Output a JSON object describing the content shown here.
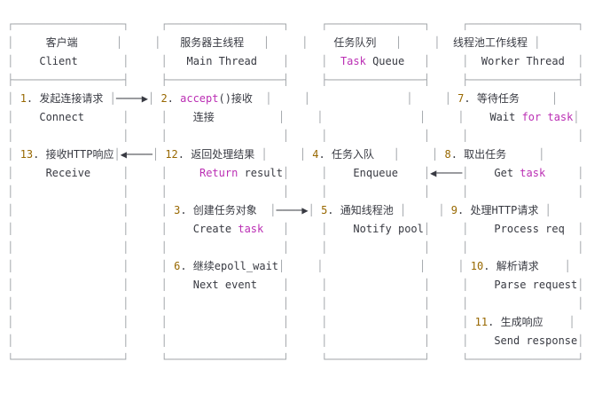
{
  "page": {
    "background": "#ffffff"
  },
  "palette": {
    "text": "#383a42",
    "border": "#a0a4a8",
    "number": "#986801",
    "keyword": "#bb2fb4",
    "arrow": "#383a42"
  },
  "columns": [
    {
      "title_zh": "客户端",
      "title_en": "Client"
    },
    {
      "title_zh": "服务器主线程",
      "title_en": "Main Thread"
    },
    {
      "title_zh": "任务队列",
      "title_en": "Task Queue"
    },
    {
      "title_zh": "线程池工作线程",
      "title_en": "Worker Thread"
    }
  ],
  "steps": [
    {
      "num": "1",
      "zh": "发起连接请求",
      "en": "Connect",
      "column": "Client"
    },
    {
      "num": "2",
      "zh": "accept()接收连接",
      "en": "",
      "column": "Main Thread"
    },
    {
      "num": "3",
      "zh": "创建任务对象",
      "en": "Create task",
      "column": "Main Thread"
    },
    {
      "num": "4",
      "zh": "任务入队",
      "en": "Enqueue",
      "column": "Task Queue"
    },
    {
      "num": "5",
      "zh": "通知线程池",
      "en": "Notify pool",
      "column": "Task Queue"
    },
    {
      "num": "6",
      "zh": "继续epoll_wait",
      "en": "Next event",
      "column": "Main Thread"
    },
    {
      "num": "7",
      "zh": "等待任务",
      "en": "Wait for task",
      "column": "Worker Thread"
    },
    {
      "num": "8",
      "zh": "取出任务",
      "en": "Get task",
      "column": "Worker Thread"
    },
    {
      "num": "9",
      "zh": "处理HTTP请求",
      "en": "Process req",
      "column": "Worker Thread"
    },
    {
      "num": "10",
      "zh": "解析请求",
      "en": "Parse request",
      "column": "Worker Thread"
    },
    {
      "num": "11",
      "zh": "生成响应",
      "en": "Send response",
      "column": "Worker Thread"
    },
    {
      "num": "12",
      "zh": "返回处理结果",
      "en": "Return result",
      "column": "Main Thread"
    },
    {
      "num": "13",
      "zh": "接收HTTP响应",
      "en": "Receive",
      "column": "Client"
    }
  ],
  "diagram": {
    "lines": [
      [
        {
          "c": "b",
          "t": " ┌─────────────────┐     ┌──────────────────┐     ┌───────────────┐     ┌─────────────────┐"
        }
      ],
      [
        {
          "c": "b",
          "t": " │"
        },
        {
          "c": "d",
          "t": "     客户端      "
        },
        {
          "c": "b",
          "t": "│     │"
        },
        {
          "c": "d",
          "t": "   服务器主线程   "
        },
        {
          "c": "b",
          "t": "│     │"
        },
        {
          "c": "d",
          "t": "    任务队列   "
        },
        {
          "c": "b",
          "t": "│     │"
        },
        {
          "c": "d",
          "t": "  线程池工作线程 "
        },
        {
          "c": "b",
          "t": "│"
        }
      ],
      [
        {
          "c": "b",
          "t": " │"
        },
        {
          "c": "d",
          "t": "    Client       "
        },
        {
          "c": "b",
          "t": "│     │"
        },
        {
          "c": "d",
          "t": "   Main Thread    "
        },
        {
          "c": "b",
          "t": "│     │"
        },
        {
          "c": "d",
          "t": "  "
        },
        {
          "c": "k",
          "t": "Task"
        },
        {
          "c": "d",
          "t": " Queue   "
        },
        {
          "c": "b",
          "t": "│     │"
        },
        {
          "c": "d",
          "t": "  Worker Thread  "
        },
        {
          "c": "b",
          "t": "│"
        }
      ],
      [
        {
          "c": "b",
          "t": " ├─────────────────┤     ├──────────────────┤     ├───────────────┤     ├─────────────────┤"
        }
      ],
      [
        {
          "c": "b",
          "t": " │"
        },
        {
          "c": "d",
          "t": " "
        },
        {
          "c": "n",
          "t": "1"
        },
        {
          "c": "d",
          "t": ". 发起连接请求 "
        },
        {
          "c": "b",
          "t": "│"
        },
        {
          "c": "a",
          "t": "────▶"
        },
        {
          "c": "b",
          "t": "│"
        },
        {
          "c": "d",
          "t": " "
        },
        {
          "c": "n",
          "t": "2"
        },
        {
          "c": "d",
          "t": ". "
        },
        {
          "c": "k",
          "t": "accept"
        },
        {
          "c": "d",
          "t": "()接收  "
        },
        {
          "c": "b",
          "t": "│     │"
        },
        {
          "c": "d",
          "t": "               "
        },
        {
          "c": "b",
          "t": "│     │"
        },
        {
          "c": "d",
          "t": " "
        },
        {
          "c": "n",
          "t": "7"
        },
        {
          "c": "d",
          "t": ". 等待任务     "
        },
        {
          "c": "b",
          "t": "│"
        }
      ],
      [
        {
          "c": "b",
          "t": " │"
        },
        {
          "c": "d",
          "t": "    Connect      "
        },
        {
          "c": "b",
          "t": "│     │"
        },
        {
          "c": "d",
          "t": "    连接          "
        },
        {
          "c": "b",
          "t": "│     │"
        },
        {
          "c": "d",
          "t": "               "
        },
        {
          "c": "b",
          "t": "│     │"
        },
        {
          "c": "d",
          "t": "    Wait "
        },
        {
          "c": "k",
          "t": "for task"
        },
        {
          "c": "b",
          "t": "│"
        }
      ],
      [
        {
          "c": "b",
          "t": " │                 │     │                  │     │               │     │                 │"
        }
      ],
      [
        {
          "c": "b",
          "t": " │"
        },
        {
          "c": "d",
          "t": " "
        },
        {
          "c": "n",
          "t": "13"
        },
        {
          "c": "d",
          "t": ". 接收HTTP响应"
        },
        {
          "c": "b",
          "t": "│"
        },
        {
          "c": "a",
          "t": "◀────"
        },
        {
          "c": "b",
          "t": "│"
        },
        {
          "c": "d",
          "t": " "
        },
        {
          "c": "n",
          "t": "12"
        },
        {
          "c": "d",
          "t": ". 返回处理结果 "
        },
        {
          "c": "b",
          "t": "│     │"
        },
        {
          "c": "d",
          "t": " "
        },
        {
          "c": "n",
          "t": "4"
        },
        {
          "c": "d",
          "t": ". 任务入队   "
        },
        {
          "c": "b",
          "t": "│     │"
        },
        {
          "c": "d",
          "t": " "
        },
        {
          "c": "n",
          "t": "8"
        },
        {
          "c": "d",
          "t": ". 取出任务     "
        },
        {
          "c": "b",
          "t": "│"
        }
      ],
      [
        {
          "c": "b",
          "t": " │"
        },
        {
          "c": "d",
          "t": "     Receive     "
        },
        {
          "c": "b",
          "t": "│     │"
        },
        {
          "c": "d",
          "t": "     "
        },
        {
          "c": "k",
          "t": "Return"
        },
        {
          "c": "d",
          "t": " result"
        },
        {
          "c": "b",
          "t": "│     │"
        },
        {
          "c": "d",
          "t": "    Enqueue    "
        },
        {
          "c": "b",
          "t": "│"
        },
        {
          "c": "a",
          "t": "◀────"
        },
        {
          "c": "b",
          "t": "│"
        },
        {
          "c": "d",
          "t": "    Get "
        },
        {
          "c": "k",
          "t": "task"
        },
        {
          "c": "d",
          "t": "     "
        },
        {
          "c": "b",
          "t": "│"
        }
      ],
      [
        {
          "c": "b",
          "t": " │                 │     │                  │     │               │     │                 │"
        }
      ],
      [
        {
          "c": "b",
          "t": " │"
        },
        {
          "c": "d",
          "t": "                 "
        },
        {
          "c": "b",
          "t": "│     │"
        },
        {
          "c": "d",
          "t": " "
        },
        {
          "c": "n",
          "t": "3"
        },
        {
          "c": "d",
          "t": ". 创建任务对象  "
        },
        {
          "c": "b",
          "t": "│"
        },
        {
          "c": "a",
          "t": "────▶"
        },
        {
          "c": "b",
          "t": "│"
        },
        {
          "c": "d",
          "t": " "
        },
        {
          "c": "n",
          "t": "5"
        },
        {
          "c": "d",
          "t": ". 通知线程池 "
        },
        {
          "c": "b",
          "t": "│     │"
        },
        {
          "c": "d",
          "t": " "
        },
        {
          "c": "n",
          "t": "9"
        },
        {
          "c": "d",
          "t": ". 处理HTTP请求 "
        },
        {
          "c": "b",
          "t": "│"
        }
      ],
      [
        {
          "c": "b",
          "t": " │"
        },
        {
          "c": "d",
          "t": "                 "
        },
        {
          "c": "b",
          "t": "│     │"
        },
        {
          "c": "d",
          "t": "    Create "
        },
        {
          "c": "k",
          "t": "task"
        },
        {
          "c": "d",
          "t": "   "
        },
        {
          "c": "b",
          "t": "│     │"
        },
        {
          "c": "d",
          "t": "    Notify pool"
        },
        {
          "c": "b",
          "t": "│     │"
        },
        {
          "c": "d",
          "t": "    Process req  "
        },
        {
          "c": "b",
          "t": "│"
        }
      ],
      [
        {
          "c": "b",
          "t": " │                 │     │                  │     │               │     │                 │"
        }
      ],
      [
        {
          "c": "b",
          "t": " │"
        },
        {
          "c": "d",
          "t": "                 "
        },
        {
          "c": "b",
          "t": "│     │"
        },
        {
          "c": "d",
          "t": " "
        },
        {
          "c": "n",
          "t": "6"
        },
        {
          "c": "d",
          "t": ". 继续epoll_wait"
        },
        {
          "c": "b",
          "t": "│     │"
        },
        {
          "c": "d",
          "t": "               "
        },
        {
          "c": "b",
          "t": "│     │"
        },
        {
          "c": "d",
          "t": " "
        },
        {
          "c": "n",
          "t": "10"
        },
        {
          "c": "d",
          "t": ". 解析请求    "
        },
        {
          "c": "b",
          "t": "│"
        }
      ],
      [
        {
          "c": "b",
          "t": " │"
        },
        {
          "c": "d",
          "t": "                 "
        },
        {
          "c": "b",
          "t": "│     │"
        },
        {
          "c": "d",
          "t": "    Next event    "
        },
        {
          "c": "b",
          "t": "│     │"
        },
        {
          "c": "d",
          "t": "               "
        },
        {
          "c": "b",
          "t": "│     │"
        },
        {
          "c": "d",
          "t": "    Parse request"
        },
        {
          "c": "b",
          "t": "│"
        }
      ],
      [
        {
          "c": "b",
          "t": " │                 │     │                  │     │               │     │                 │"
        }
      ],
      [
        {
          "c": "b",
          "t": " │"
        },
        {
          "c": "d",
          "t": "                 "
        },
        {
          "c": "b",
          "t": "│     │"
        },
        {
          "c": "d",
          "t": "                  "
        },
        {
          "c": "b",
          "t": "│     │"
        },
        {
          "c": "d",
          "t": "               "
        },
        {
          "c": "b",
          "t": "│     │"
        },
        {
          "c": "d",
          "t": " "
        },
        {
          "c": "n",
          "t": "11"
        },
        {
          "c": "d",
          "t": ". 生成响应    "
        },
        {
          "c": "b",
          "t": "│"
        }
      ],
      [
        {
          "c": "b",
          "t": " │"
        },
        {
          "c": "d",
          "t": "                 "
        },
        {
          "c": "b",
          "t": "│     │"
        },
        {
          "c": "d",
          "t": "                  "
        },
        {
          "c": "b",
          "t": "│     │"
        },
        {
          "c": "d",
          "t": "               "
        },
        {
          "c": "b",
          "t": "│     │"
        },
        {
          "c": "d",
          "t": "    Send response"
        },
        {
          "c": "b",
          "t": "│"
        }
      ],
      [
        {
          "c": "b",
          "t": " └─────────────────┘     └──────────────────┘     └───────────────┘     └─────────────────┘"
        }
      ]
    ]
  }
}
